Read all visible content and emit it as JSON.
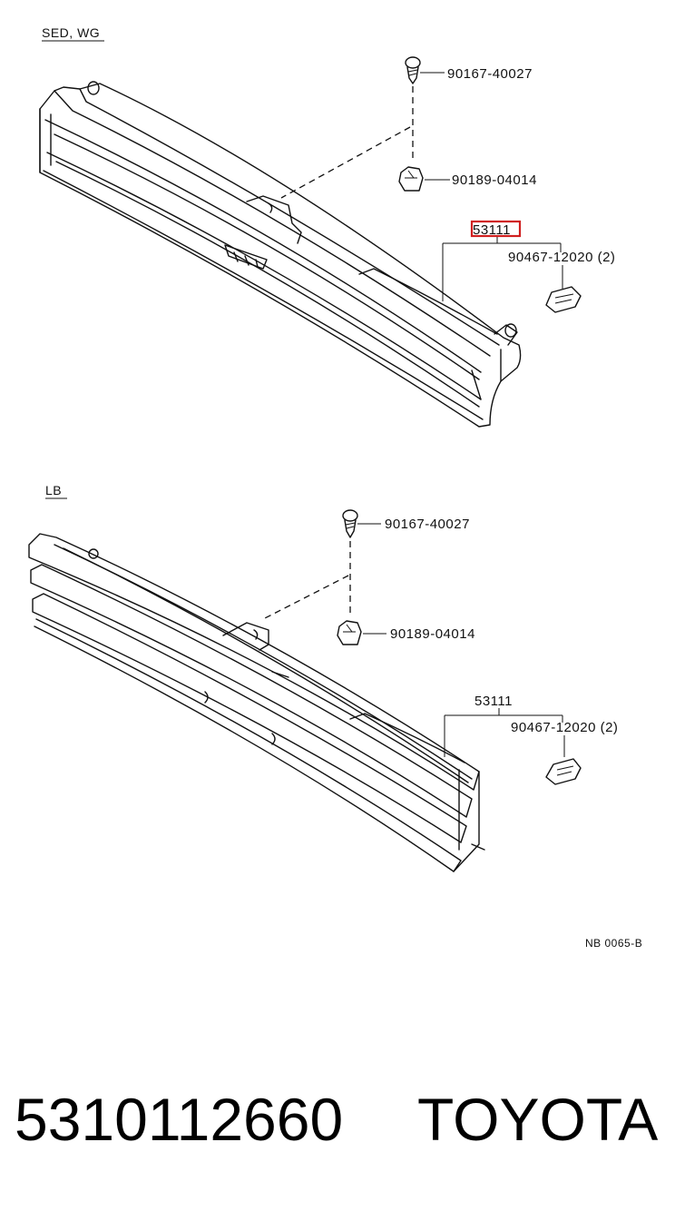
{
  "sections": {
    "top_label": "SED, WG",
    "bottom_label": "LB"
  },
  "callouts_top": {
    "screw": "90167-40027",
    "nut": "90189-04014",
    "grille": "53111",
    "clip": "90467-12020 (2)"
  },
  "callouts_bottom": {
    "screw": "90167-40027",
    "nut": "90189-04014",
    "grille": "53111",
    "clip": "90467-12020 (2)"
  },
  "diagram_code": "NB 0065-B",
  "footer": {
    "part_number": "5310112660",
    "brand": "TOYOTA"
  },
  "colors": {
    "line": "#111111",
    "highlight": "#d02020"
  }
}
